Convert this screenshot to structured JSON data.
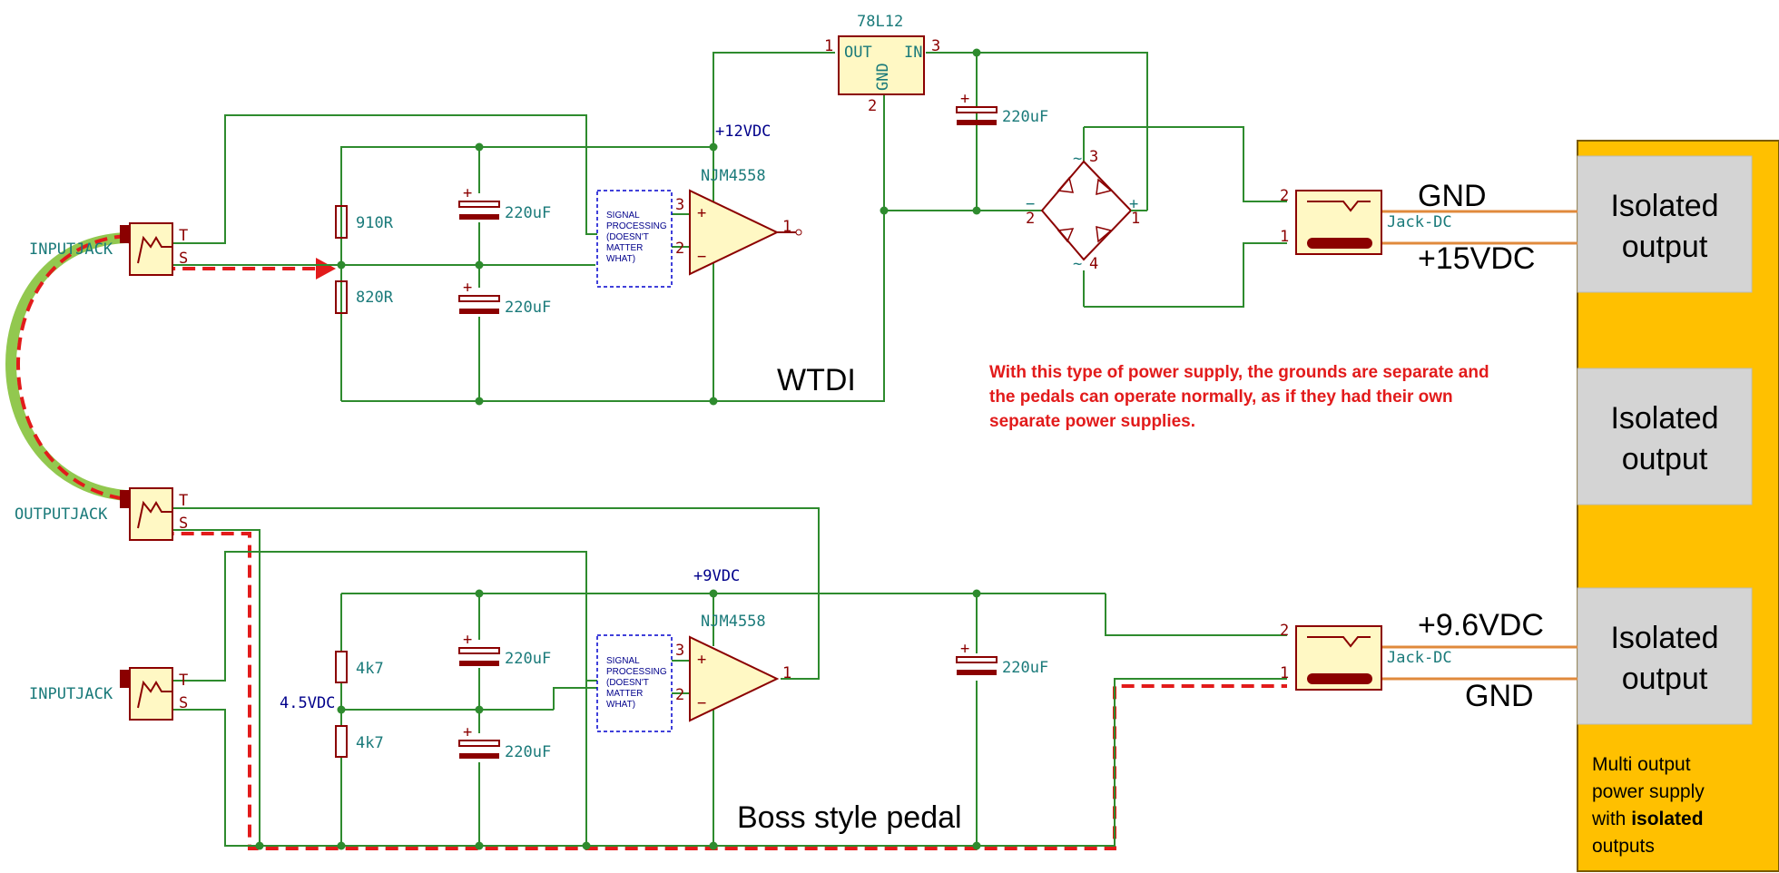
{
  "regulator": {
    "ref": "78L12",
    "pin_out": "OUT",
    "pin_in": "IN",
    "pin_gnd": "GND",
    "pin1": "1",
    "pin2": "2",
    "pin3": "3"
  },
  "nets": {
    "v12": "+12VDC",
    "v9": "+9VDC",
    "v45": "4.5VDC"
  },
  "top": {
    "r1": "910R",
    "r2": "820R",
    "c1": "220uF",
    "c2": "220uF",
    "c_reg": "220uF",
    "opamp": "NJM4558",
    "label": "WTDI",
    "input_jack": "INPUTJACK"
  },
  "bottom": {
    "r1": "4k7",
    "r2": "4k7",
    "c1": "220uF",
    "c2": "220uF",
    "c_supply": "220uF",
    "opamp": "NJM4558",
    "label": "Boss style pedal",
    "output_jack": "OUTPUTJACK",
    "input_jack": "INPUTJACK"
  },
  "signal_box": [
    "SIGNAL",
    "PROCESSING",
    "(DOESN'T",
    "MATTER",
    "WHAT)"
  ],
  "jack_pins": {
    "t": "T",
    "s": "S"
  },
  "opamp_pins": {
    "plus": "3",
    "minus": "2",
    "out": "1"
  },
  "bridge": {
    "p1": "1",
    "p2": "2",
    "p3": "3",
    "p4": "4",
    "plus": "+",
    "minus": "−",
    "tilde": "~"
  },
  "dc_jack": {
    "ref": "Jack-DC",
    "pin1": "1",
    "pin2": "2"
  },
  "supply_labels": {
    "top_gnd": "GND",
    "top_v": "+15VDC",
    "bottom_v": "+9.6VDC",
    "bottom_gnd": "GND"
  },
  "note": [
    "With this type of power supply, the grounds are separate and",
    "the pedals can operate normally, as if they had their own",
    "separate power supplies."
  ],
  "psu": {
    "outputs": [
      {
        "line1": "Isolated",
        "line2": "output"
      },
      {
        "line1": "Isolated",
        "line2": "output"
      },
      {
        "line1": "Isolated",
        "line2": "output"
      }
    ],
    "desc": [
      "Multi output",
      "power supply",
      "with ",
      "isolated",
      "outputs"
    ]
  },
  "colors": {
    "wire": "#2e8b2e",
    "component": "#8b0000",
    "psu": "#ffc000",
    "highlight": "#e21b1b",
    "green_cable": "#92c84f",
    "orange_lead": "#e08a3c"
  }
}
